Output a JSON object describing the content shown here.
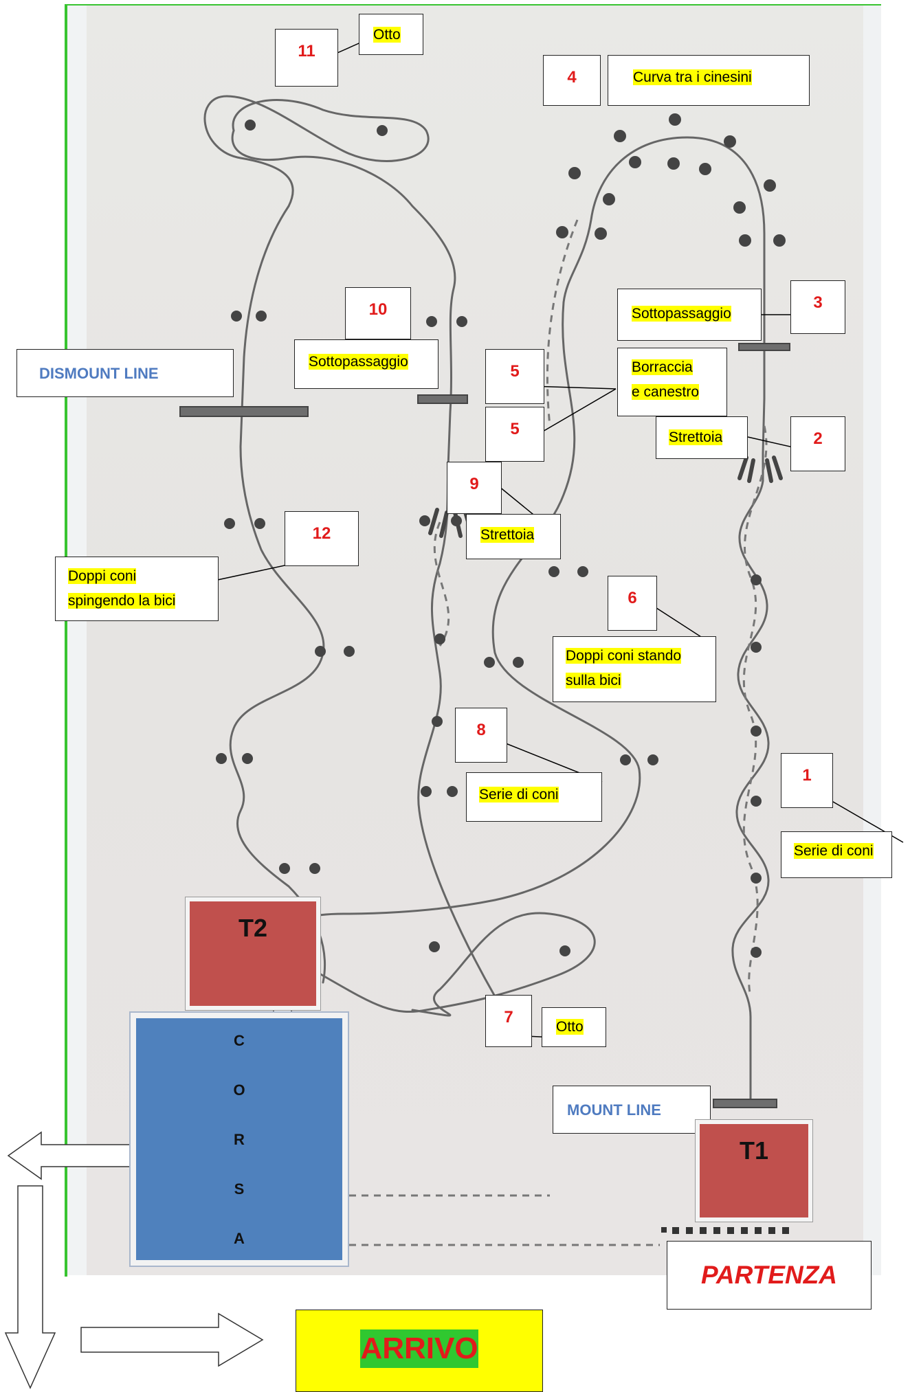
{
  "labels": {
    "otto_top": "Otto",
    "curva": "Curva tra i cinesini",
    "sottopassaggio_right": "Sottopassaggio",
    "sottopassaggio_mid": "Sottopassaggio",
    "borraccia_line1": "Borraccia",
    "borraccia_line2": "e canestro",
    "strettoia_right": "Strettoia",
    "strettoia_mid": "Strettoia",
    "doppi_coni_spingendo_line1": "Doppi coni",
    "doppi_coni_spingendo_line2": "spingendo la bici",
    "doppi_coni_stando_line1": "Doppi coni stando",
    "doppi_coni_stando_line2": "sulla bici",
    "serie_coni_mid": "Serie di coni",
    "serie_coni_right": "Serie di coni",
    "otto_bottom": "Otto",
    "dismount": "DISMOUNT LINE",
    "mount": "MOUNT LINE"
  },
  "numbers": {
    "n1": "1",
    "n2": "2",
    "n3": "3",
    "n4": "4",
    "n5a": "5",
    "n5b": "5",
    "n6": "6",
    "n7": "7",
    "n8": "8",
    "n9": "9",
    "n10": "10",
    "n11": "11",
    "n12": "12"
  },
  "zones": {
    "t1": "T1",
    "t2": "T2",
    "corsa_letters": [
      "C",
      "O",
      "R",
      "S",
      "A"
    ],
    "partenza": "PARTENZA",
    "arrivo": "ARRIVO"
  },
  "colors": {
    "number_red": "#e11b1b",
    "highlight": "#ffff00",
    "transition_red": "#c0504d",
    "corsa_blue": "#4f81bd",
    "line_blue_text": "#4f7bc0",
    "arrivo_green": "#30c830"
  }
}
